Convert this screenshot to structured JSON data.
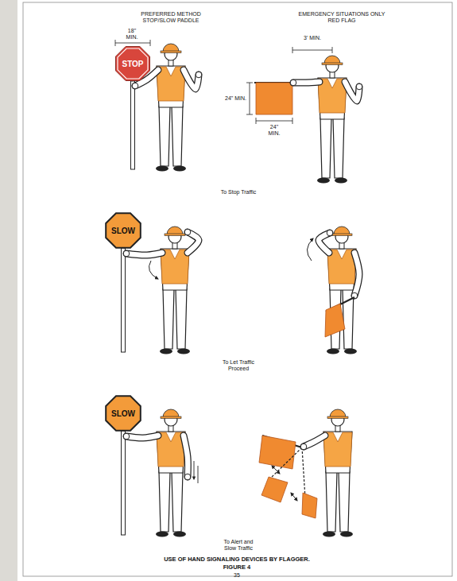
{
  "diagram": {
    "title": "USE OF HAND SIGNALING DEVICES BY FLAGGER.",
    "caption": "FIGURE 4",
    "nodes": [
      {
        "text": [
          "STOP"
        ]
      },
      {
        "text": [
          "SLOW"
        ]
      },
      {
        "text": [
          "SLOW"
        ]
      }
    ],
    "labels": [
      "PREFERRED METHOD STOP/SLOW PADDLE",
      "EMERGENCY SITUATIONS ONLY RED FLAG",
      "18\" MIN.",
      "3' MIN.",
      "24\" MIN.",
      "24\" MIN.",
      "To Stop Traffic",
      "To Let Traffic Proceed",
      "To Alert and Slow Traffic",
      "35"
    ]
  }
}
